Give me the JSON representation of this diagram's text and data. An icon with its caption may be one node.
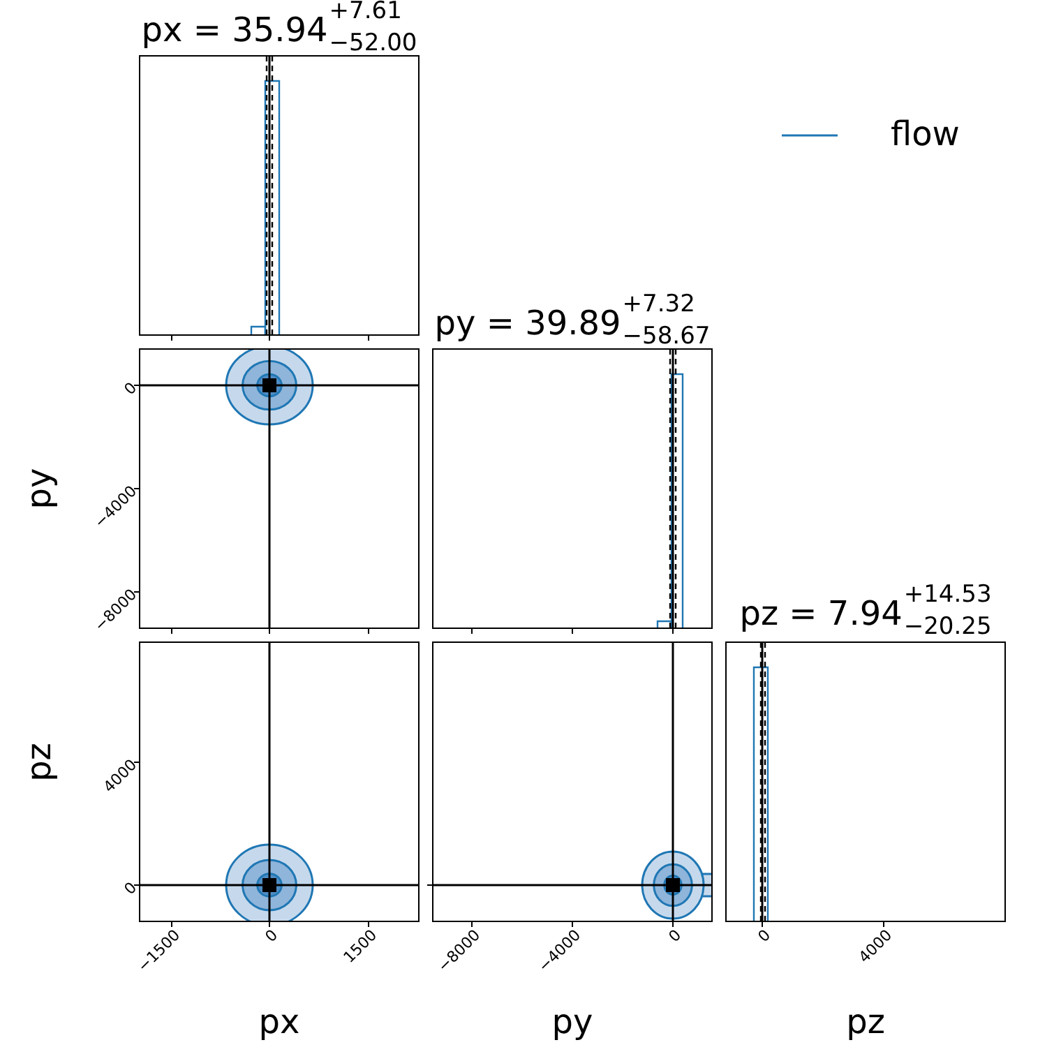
{
  "diagram": {
    "labels": [
      "px = 35.94$^{+7.61}$$_{−52.00}$",
      "py = 39.89$^{+7.32}$$_{−58.67}$",
      "py",
      "0",
      "−4000",
      "−8000",
      "pz = 7.94$^{+14.53}$$_{−20.25}$",
      "pz",
      "4000",
      "0",
      "−1500",
      "0",
      "1500",
      "−8000",
      "−4000",
      "0",
      "0",
      "4000",
      "px",
      "py",
      "pz"
    ],
    "legend": [
      {
        "text": "flow"
      }
    ]
  }
}
